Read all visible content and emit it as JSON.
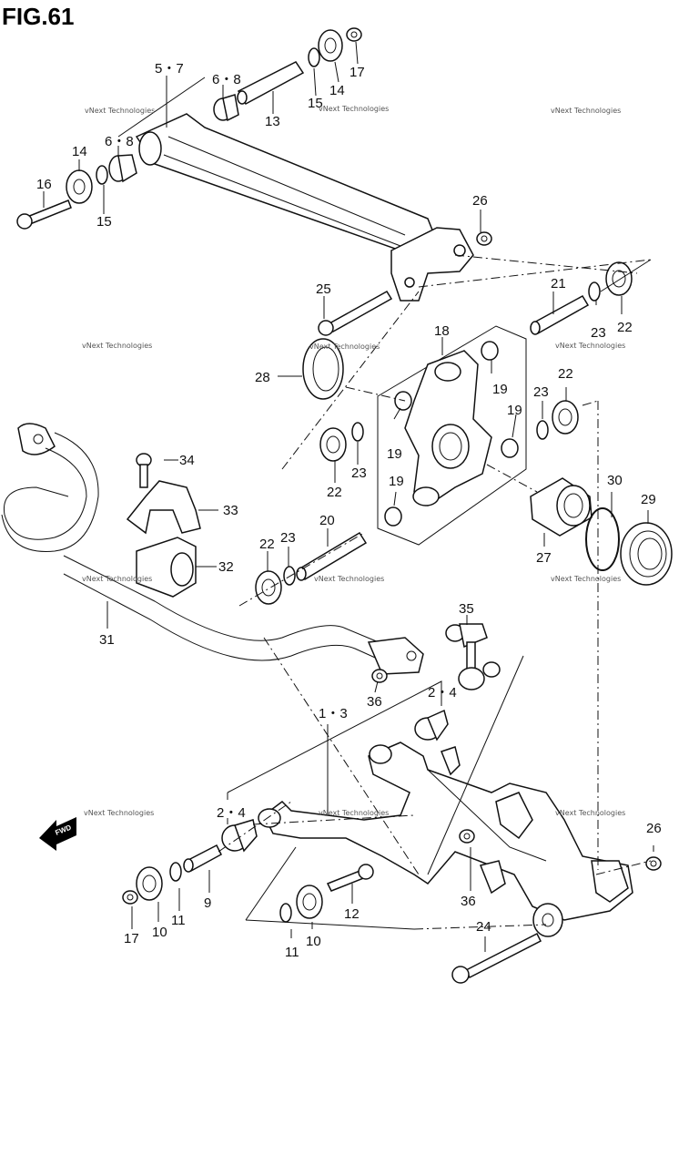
{
  "figure": {
    "title": "FIG.61"
  },
  "watermark": {
    "text": "vNext Technologies"
  },
  "fwd_label": "FWD",
  "labels": [
    {
      "id": "5-7",
      "text": "5・7"
    },
    {
      "id": "6-8-top",
      "text": "6・8"
    },
    {
      "id": "6-8-left",
      "text": "6・8"
    },
    {
      "id": "13",
      "text": "13"
    },
    {
      "id": "15-top",
      "text": "15"
    },
    {
      "id": "14-top",
      "text": "14"
    },
    {
      "id": "17-top",
      "text": "17"
    },
    {
      "id": "14-left",
      "text": "14"
    },
    {
      "id": "16",
      "text": "16"
    },
    {
      "id": "15-left",
      "text": "15"
    },
    {
      "id": "26-top",
      "text": "26"
    },
    {
      "id": "25",
      "text": "25"
    },
    {
      "id": "21",
      "text": "21"
    },
    {
      "id": "23-a",
      "text": "23"
    },
    {
      "id": "22-a",
      "text": "22"
    },
    {
      "id": "18",
      "text": "18"
    },
    {
      "id": "28",
      "text": "28"
    },
    {
      "id": "19-a",
      "text": "19"
    },
    {
      "id": "22-b",
      "text": "22"
    },
    {
      "id": "23-b",
      "text": "23"
    },
    {
      "id": "19-b",
      "text": "19"
    },
    {
      "id": "19-c",
      "text": "19"
    },
    {
      "id": "19-d",
      "text": "19"
    },
    {
      "id": "23-c",
      "text": "23"
    },
    {
      "id": "22-c",
      "text": "22"
    },
    {
      "id": "34",
      "text": "34"
    },
    {
      "id": "33",
      "text": "33"
    },
    {
      "id": "30",
      "text": "30"
    },
    {
      "id": "29",
      "text": "29"
    },
    {
      "id": "20",
      "text": "20"
    },
    {
      "id": "22-d",
      "text": "22"
    },
    {
      "id": "23-d",
      "text": "23"
    },
    {
      "id": "32",
      "text": "32"
    },
    {
      "id": "27",
      "text": "27"
    },
    {
      "id": "31",
      "text": "31"
    },
    {
      "id": "35",
      "text": "35"
    },
    {
      "id": "36-a",
      "text": "36"
    },
    {
      "id": "2-4-a",
      "text": "2・4"
    },
    {
      "id": "1-3",
      "text": "1・3"
    },
    {
      "id": "2-4-b",
      "text": "2・4"
    },
    {
      "id": "26-b",
      "text": "26"
    },
    {
      "id": "9",
      "text": "9"
    },
    {
      "id": "11-a",
      "text": "11"
    },
    {
      "id": "10-a",
      "text": "10"
    },
    {
      "id": "17-b",
      "text": "17"
    },
    {
      "id": "12",
      "text": "12"
    },
    {
      "id": "36-b",
      "text": "36"
    },
    {
      "id": "24",
      "text": "24"
    },
    {
      "id": "11-b",
      "text": "11"
    },
    {
      "id": "10-b",
      "text": "10"
    }
  ]
}
